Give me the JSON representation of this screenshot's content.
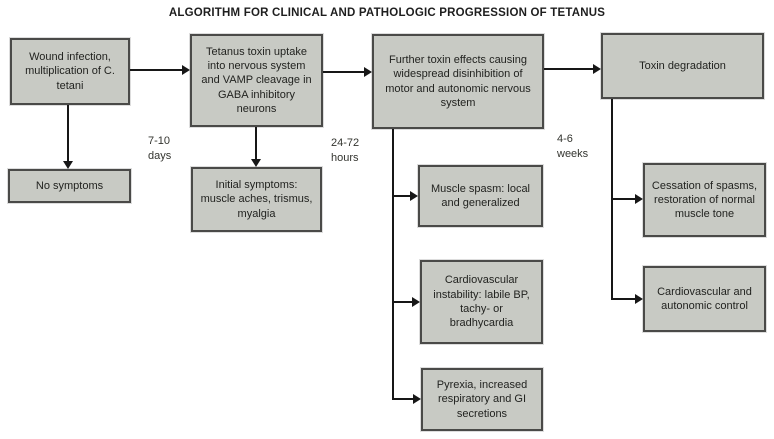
{
  "title": "ALGORITHM FOR CLINICAL AND PATHOLOGIC PROGRESSION OF TETANUS",
  "colors": {
    "box_fill": "#c8cac4",
    "box_border": "#4a4a48",
    "arrow": "#171717",
    "background": "#ffffff",
    "text": "#222320"
  },
  "nodes": {
    "wound": {
      "label": "Wound infection, multiplication of C. tetani"
    },
    "no_symptoms": {
      "label": "No symptoms"
    },
    "toxin_uptake": {
      "label": "Tetanus toxin uptake into nervous system and VAMP cleavage in GABA inhibitory neurons"
    },
    "initial_symptoms": {
      "label": "Initial symptoms: muscle aches, trismus, myalgia"
    },
    "further_effects": {
      "label": "Further toxin effects causing widespread disinhibition of motor and autonomic nervous system"
    },
    "muscle_spasm": {
      "label": "Muscle spasm: local and generalized"
    },
    "cardio_instability": {
      "label": "Cardiovascular instability: labile BP, tachy- or bradhycardia"
    },
    "pyrexia": {
      "label": "Pyrexia, increased respiratory and GI secretions"
    },
    "toxin_degradation": {
      "label": "Toxin degradation"
    },
    "cessation": {
      "label": "Cessation of spasms, restoration of normal muscle tone"
    },
    "cardio_control": {
      "label": "Cardiovascular and autonomic control"
    }
  },
  "edge_labels": {
    "days": "7-10\ndays",
    "hours": "24-72\nhours",
    "weeks": "4-6\nweeks"
  }
}
